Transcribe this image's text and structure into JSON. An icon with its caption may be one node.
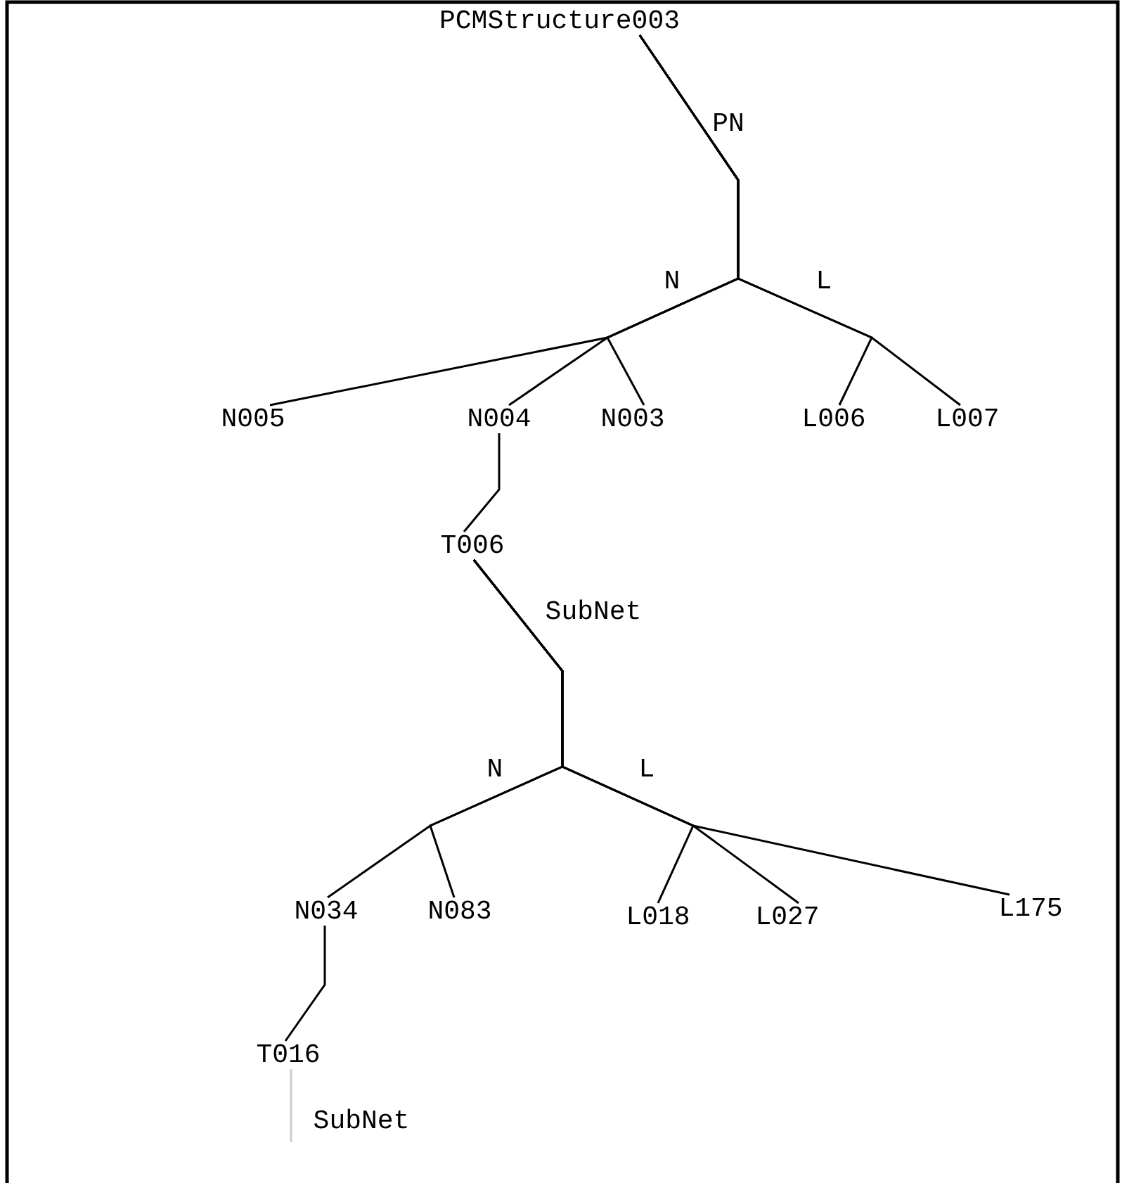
{
  "diagram": {
    "nodes": [
      {
        "text": [
          "PCMStructure003"
        ]
      },
      {
        "text": [
          "N005"
        ]
      },
      {
        "text": [
          "N004"
        ]
      },
      {
        "text": [
          "N003"
        ]
      },
      {
        "text": [
          "L006"
        ]
      },
      {
        "text": [
          "L007"
        ]
      },
      {
        "text": [
          "T006"
        ]
      },
      {
        "text": [
          "N034"
        ]
      },
      {
        "text": [
          "N083"
        ]
      },
      {
        "text": [
          "L018"
        ]
      },
      {
        "text": [
          "L027"
        ]
      },
      {
        "text": [
          "L175"
        ]
      },
      {
        "text": [
          "T016"
        ]
      }
    ],
    "edges": [
      {
        "from": 0,
        "to": 1,
        "arrow": "none"
      },
      {
        "from": 0,
        "to": 2,
        "arrow": "none"
      },
      {
        "from": 0,
        "to": 3,
        "arrow": "none"
      },
      {
        "from": 0,
        "to": 4,
        "arrow": "none"
      },
      {
        "from": 0,
        "to": 5,
        "arrow": "none"
      },
      {
        "from": 2,
        "to": 6,
        "arrow": "none"
      },
      {
        "from": 6,
        "to": 7,
        "arrow": "none"
      },
      {
        "from": 6,
        "to": 8,
        "arrow": "none"
      },
      {
        "from": 6,
        "to": 9,
        "arrow": "none"
      },
      {
        "from": 6,
        "to": 10,
        "arrow": "none"
      },
      {
        "from": 6,
        "to": 11,
        "arrow": "none"
      },
      {
        "from": 7,
        "to": 12,
        "arrow": "none"
      },
      {
        "from": 12,
        "to": null,
        "arrow": "none",
        "color": "#cccccc"
      }
    ],
    "labels": [
      "PN",
      "N",
      "L",
      "SubNet",
      "N",
      "L",
      "SubNet"
    ]
  }
}
